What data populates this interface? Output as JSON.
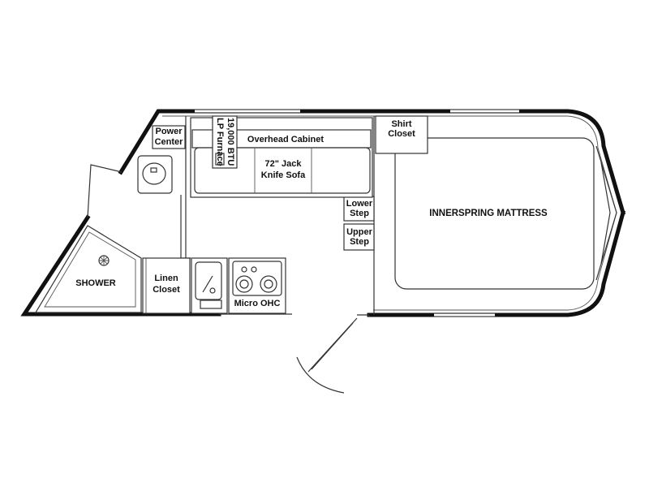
{
  "labels": {
    "power_center": [
      "Power",
      "Center"
    ],
    "furnace": [
      "19,000 BTU",
      "LP Furnace"
    ],
    "overhead_cabinet": "Overhead Cabinet",
    "jack_knife_sofa": [
      "72\" Jack",
      "Knife Sofa"
    ],
    "shirt_closet": [
      "Shirt",
      "Closet"
    ],
    "mattress": "INNERSPRING MATTRESS",
    "lower_step": [
      "Lower",
      "Step"
    ],
    "upper_step": [
      "Upper",
      "Step"
    ],
    "shower": "SHOWER",
    "linen_closet": [
      "Linen",
      "Closet"
    ],
    "micro_ohc": "Micro OHC"
  }
}
